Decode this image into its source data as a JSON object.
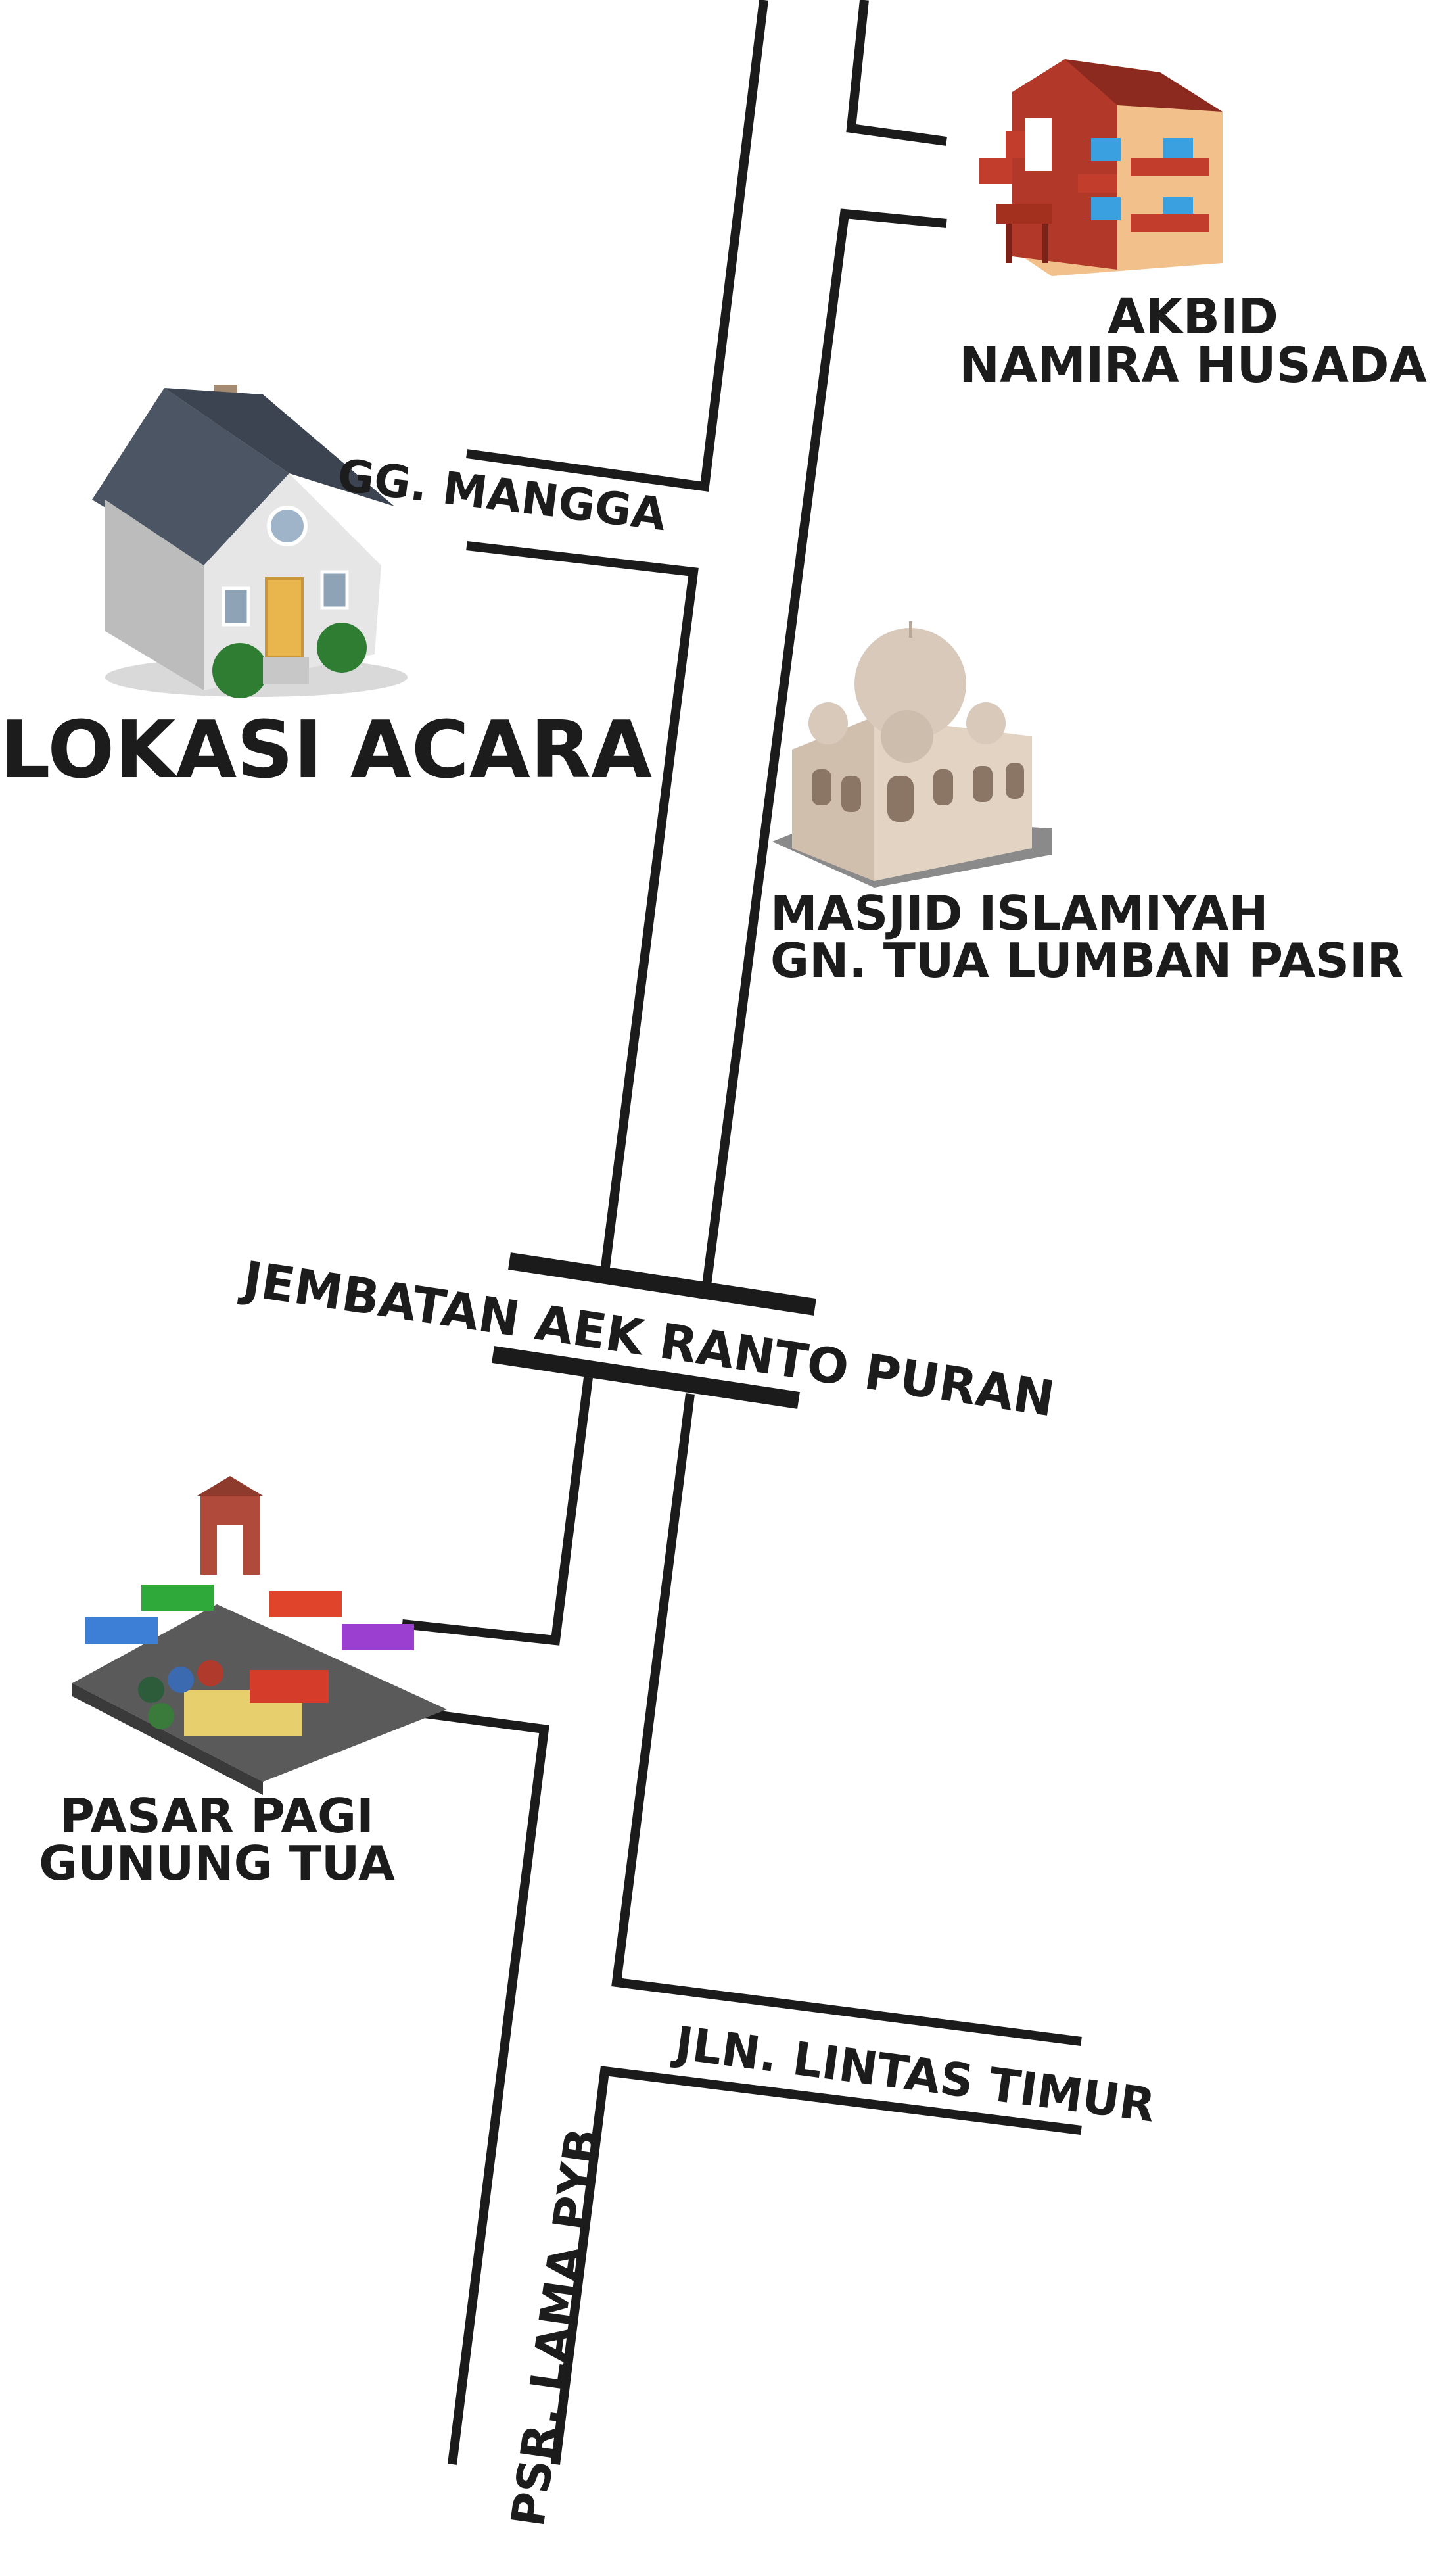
{
  "places": {
    "akbid": {
      "line1": "AKBID",
      "line2": "NAMIRA HUSADA",
      "icon": "school-building-icon"
    },
    "venue": {
      "label": "LOKASI ACARA",
      "icon": "house-icon"
    },
    "mosque": {
      "line1": "MASJID ISLAMIYAH",
      "line2": "GN. TUA LUMBAN PASIR",
      "icon": "mosque-icon"
    },
    "market": {
      "line1": "PASAR PAGI",
      "line2": "GUNUNG TUA",
      "icon": "market-icon"
    }
  },
  "roads": {
    "gang_mangga": "GG. MANGGA",
    "bridge": "JEMBATAN AEK RANTO PURAN",
    "lintas_timur": "JLN. LINTAS TIMUR",
    "psr_lama": "PSR. LAMA PYB"
  },
  "colors": {
    "road": "#1b1b1b",
    "text": "#1c1c1c",
    "background": "#ffffff"
  }
}
